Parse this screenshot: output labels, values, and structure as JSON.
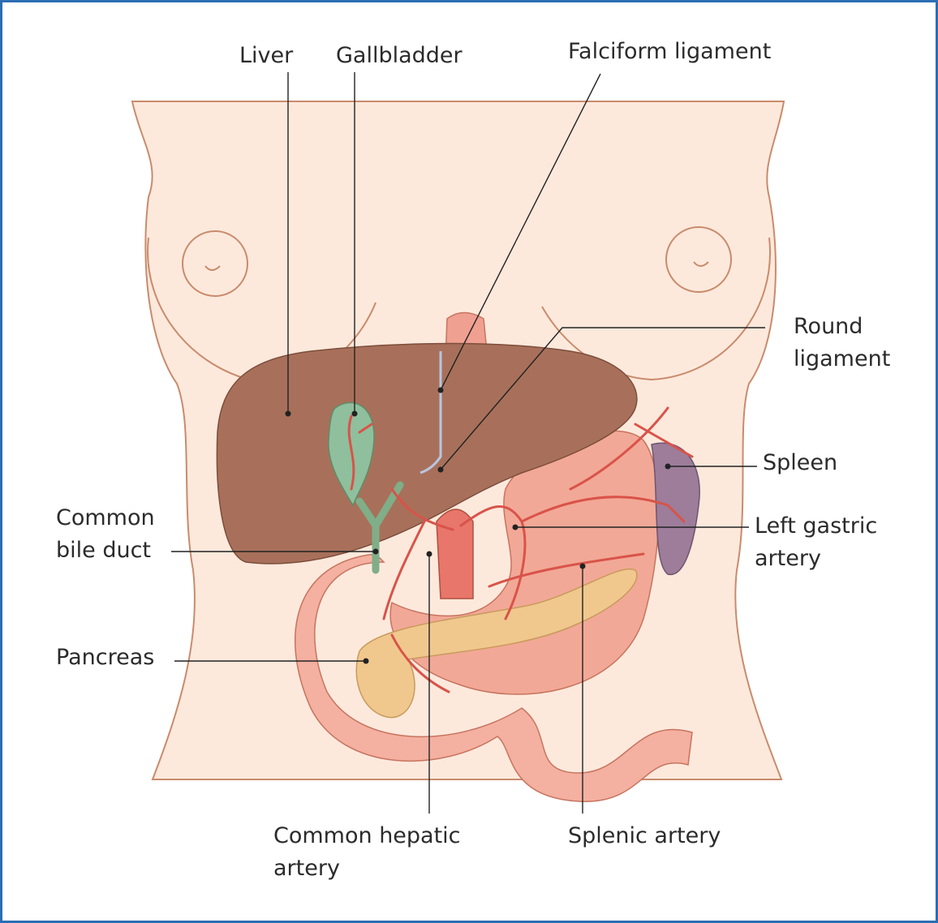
{
  "labels": {
    "liver": "Liver",
    "gallbladder": "Gallbladder",
    "falciform_ligament": "Falciform ligament",
    "round_ligament": [
      "Round",
      "ligament"
    ],
    "spleen": "Spleen",
    "left_gastric_artery": [
      "Left gastric",
      "artery"
    ],
    "common_bile_duct": [
      "Common",
      "bile duct"
    ],
    "pancreas": "Pancreas",
    "common_hepatic_artery": [
      "Common hepatic",
      "artery"
    ],
    "splenic_artery": "Splenic artery"
  },
  "colors": {
    "border": "#2c6db3",
    "skin": "#fde9dc",
    "skin_outline": "#c98b6c",
    "liver": "#a8705a",
    "stomach": "#f2a896",
    "pancreas": "#f0c88e",
    "spleen": "#9d7d9a",
    "gallbladder": "#8fbf9c",
    "artery": "#d9534a"
  }
}
